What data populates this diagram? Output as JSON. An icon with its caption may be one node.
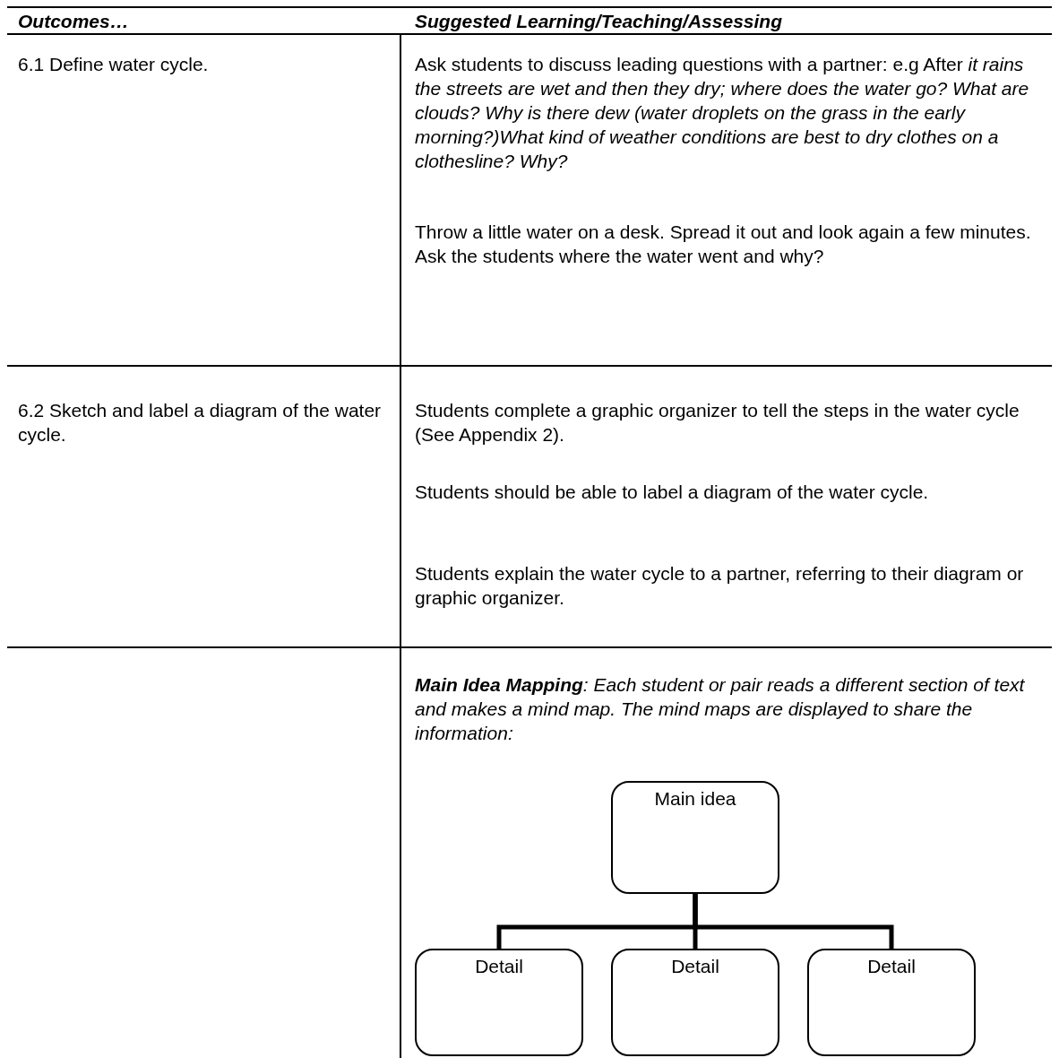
{
  "diagram": {
    "nodes": [
      {
        "text": [
          "Main idea"
        ]
      },
      {
        "text": [
          "Detail"
        ]
      },
      {
        "text": [
          "Detail"
        ]
      },
      {
        "text": [
          "Detail"
        ]
      }
    ],
    "edges": [
      {
        "from": 0,
        "to": 1,
        "arrow": "none"
      },
      {
        "from": 0,
        "to": 2,
        "arrow": "none"
      },
      {
        "from": 0,
        "to": 3,
        "arrow": "none"
      }
    ],
    "labels": [
      "Outcomes…",
      "Suggested Learning/Teaching/Assessing",
      "6.1 Define water cycle.",
      "Ask students to discuss leading questions with a partner: e.g After *it rains the streets are wet and then they dry; where does the water go? What are clouds? Why is there dew (water droplets on the grass in the early morning?)What kind of weather conditions are best to dry clothes on a clothesline? Why?*",
      "Throw a little water on a desk. Spread it out and look again a few minutes. Ask the students where the water went and why?",
      "6.2 Sketch and label a diagram of the water cycle.",
      "Students complete a graphic organizer to tell the steps in the water cycle (See Appendix 2).",
      "Students should be able to label a diagram of the water cycle.",
      "Students explain the water cycle to a partner, referring to their diagram or graphic organizer.",
      "**Main Idea Mapping**: Each student or pair reads a different section of text and makes a mind map. The mind maps are displayed to share the information:"
    ]
  }
}
